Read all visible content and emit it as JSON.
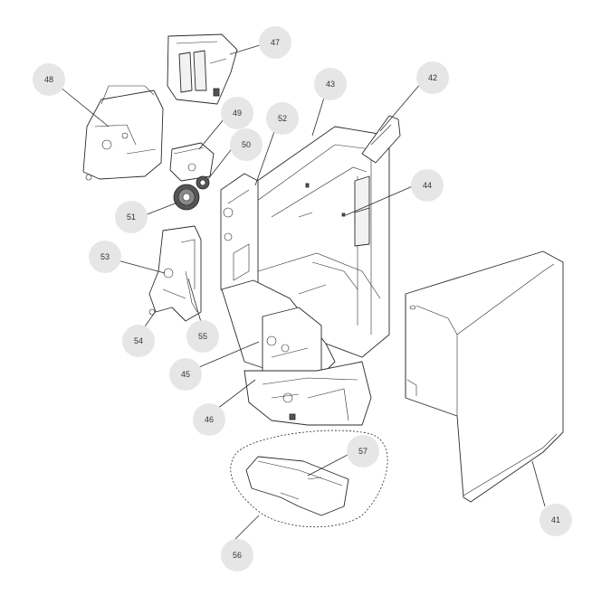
{
  "callouts": [
    {
      "id": "41",
      "label": "41"
    },
    {
      "id": "42",
      "label": "42"
    },
    {
      "id": "43",
      "label": "43"
    },
    {
      "id": "44",
      "label": "44"
    },
    {
      "id": "45",
      "label": "45"
    },
    {
      "id": "46",
      "label": "46"
    },
    {
      "id": "47",
      "label": "47"
    },
    {
      "id": "48",
      "label": "48"
    },
    {
      "id": "49",
      "label": "49"
    },
    {
      "id": "50",
      "label": "50"
    },
    {
      "id": "51",
      "label": "51"
    },
    {
      "id": "52",
      "label": "52"
    },
    {
      "id": "53",
      "label": "53"
    },
    {
      "id": "54",
      "label": "54"
    },
    {
      "id": "55",
      "label": "55"
    },
    {
      "id": "56",
      "label": "56"
    },
    {
      "id": "57",
      "label": "57"
    }
  ],
  "colors": {
    "callout_fill": "#e6e6e6",
    "line": "#2a2a2a",
    "background": "#ffffff"
  }
}
